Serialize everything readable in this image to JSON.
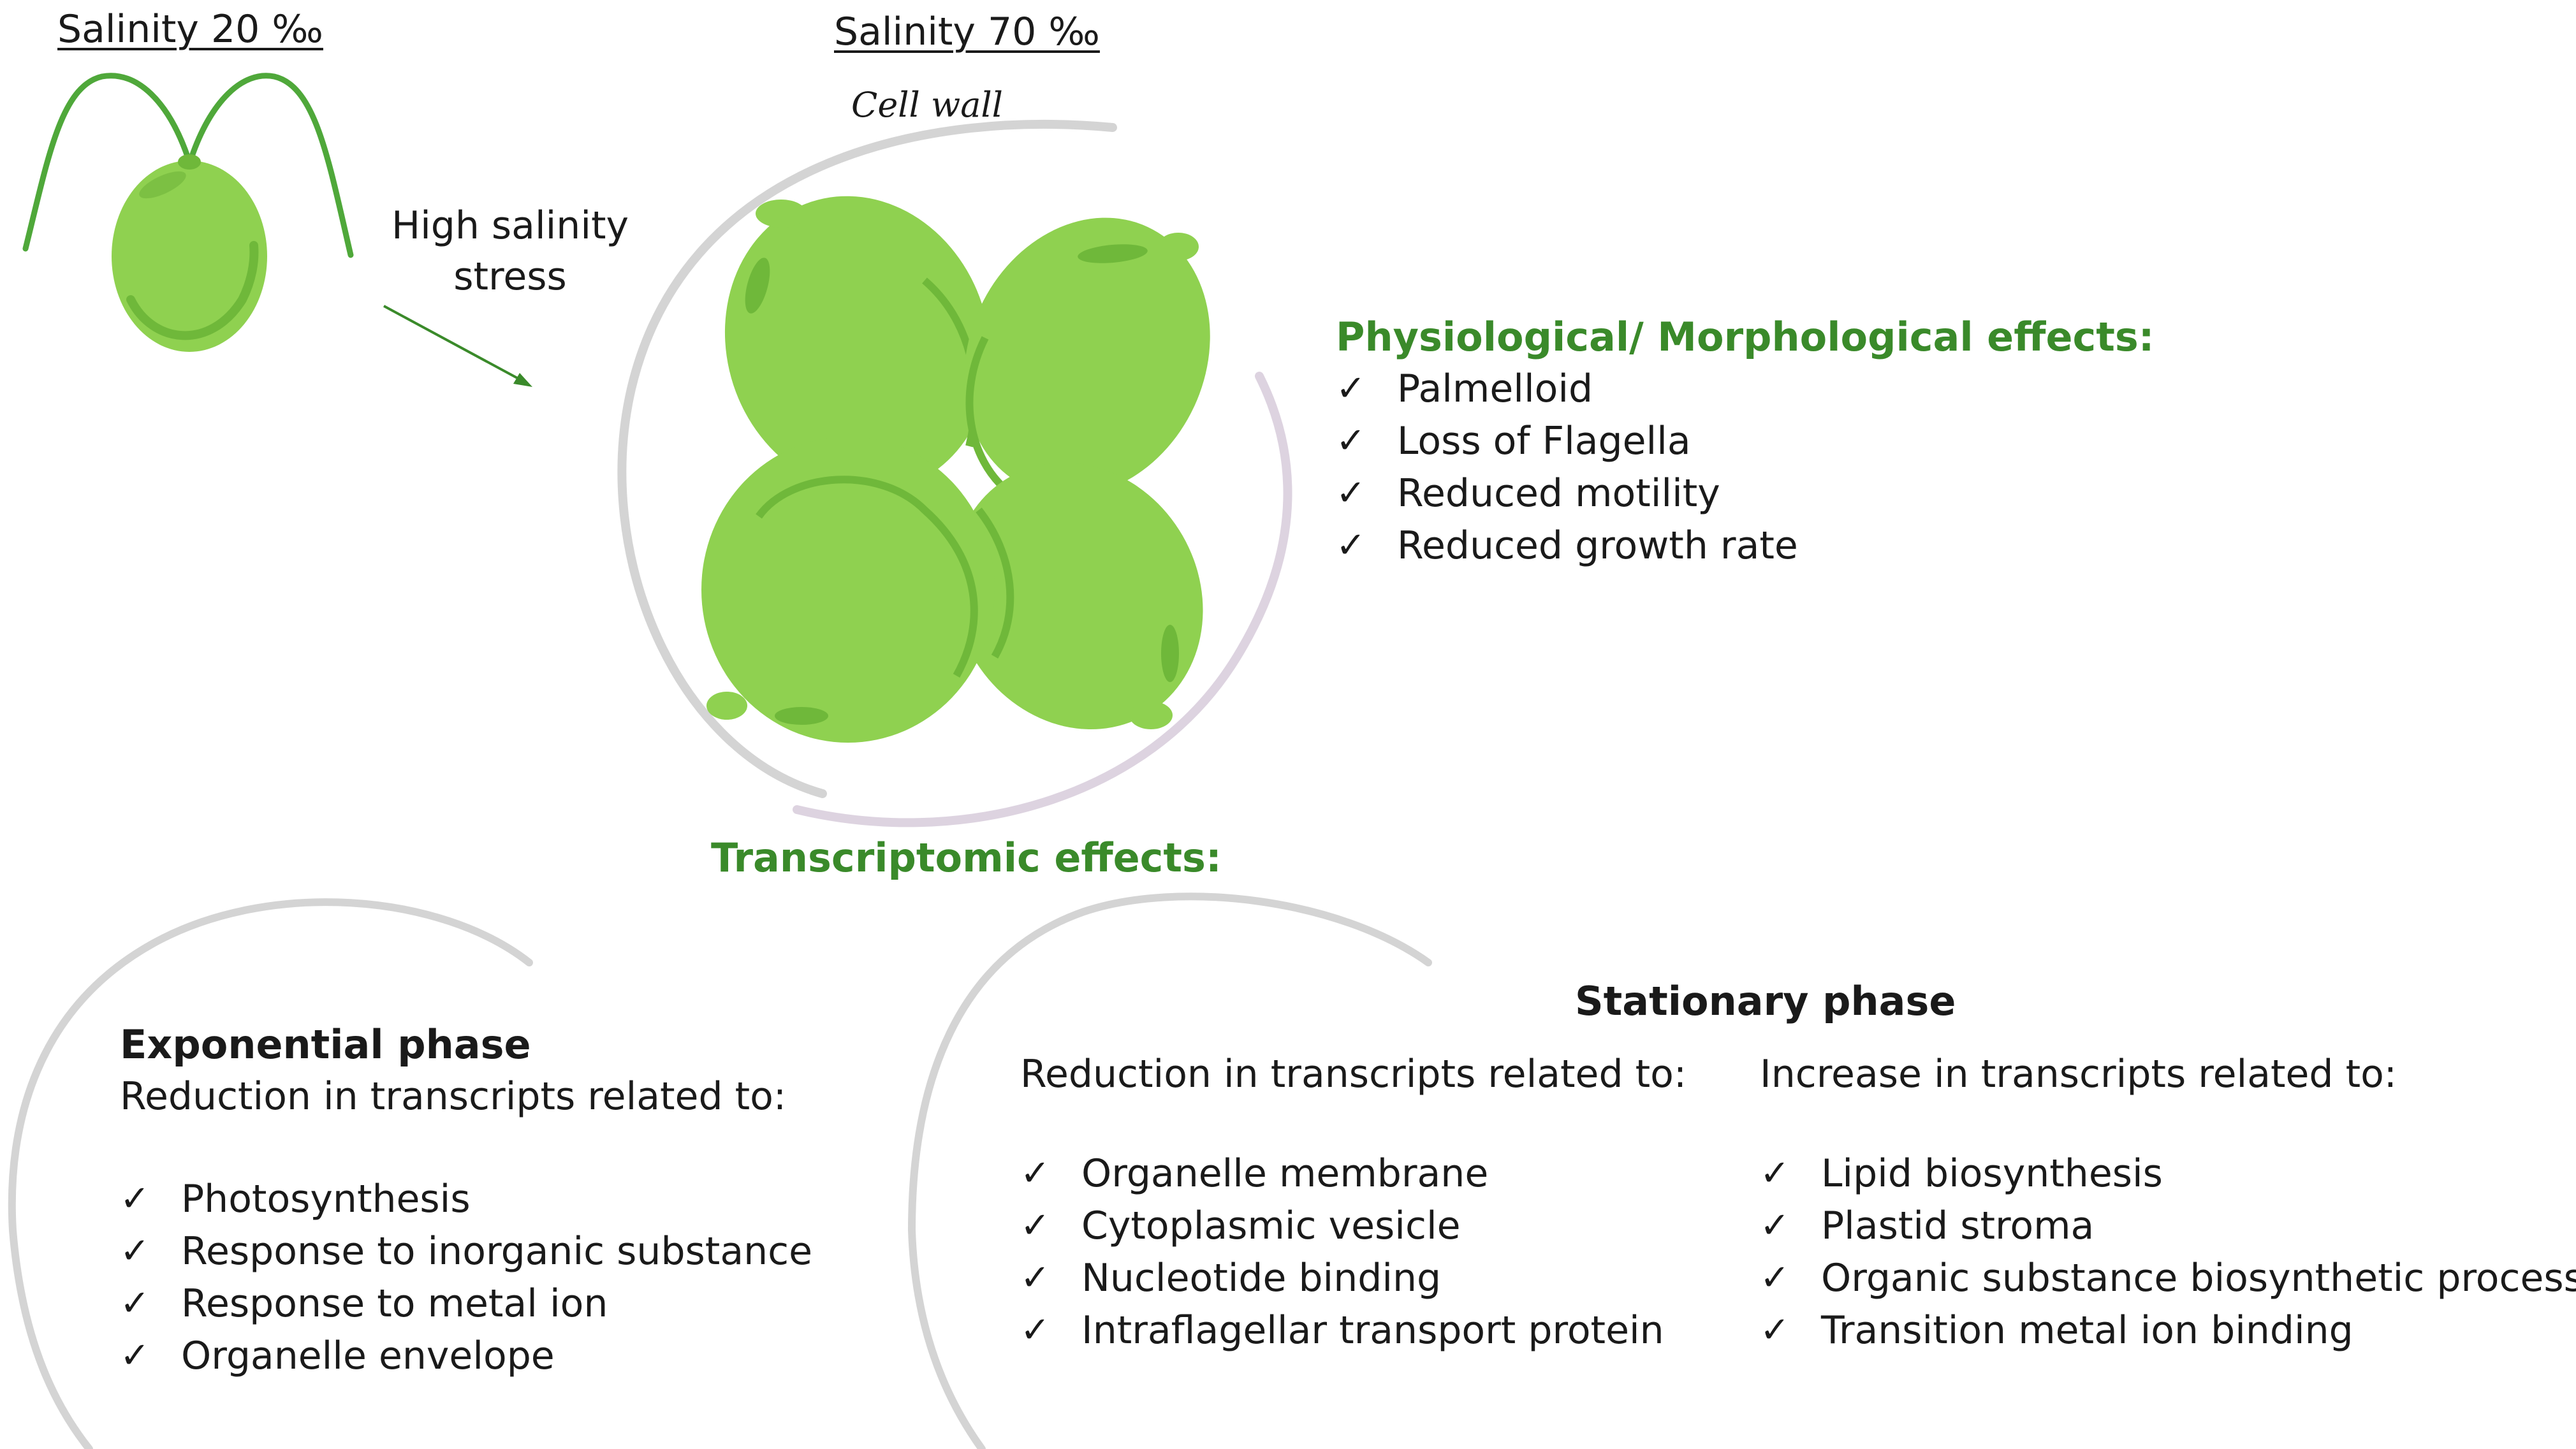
{
  "left_cell": {
    "label": "Salinity 20 ‰"
  },
  "stress": {
    "line1": "High salinity",
    "line2": "stress"
  },
  "right_cell": {
    "label": "Salinity 70 ‰",
    "cell_wall_label": "Cell wall"
  },
  "physiological": {
    "title": "Physiological/ Morphological effects:",
    "items": [
      "Palmelloid",
      "Loss of Flagella",
      "Reduced motility",
      "Reduced growth rate"
    ]
  },
  "transcriptomic": {
    "title": "Transcriptomic effects:"
  },
  "exponential": {
    "title": "Exponential phase",
    "subtitle": "Reduction in transcripts related to:",
    "items": [
      "Photosynthesis",
      "Response to inorganic substance",
      "Response to metal ion",
      "Organelle envelope"
    ]
  },
  "stationary": {
    "title": "Stationary phase",
    "reduction": {
      "subtitle": "Reduction in transcripts related to:",
      "items": [
        "Organelle membrane",
        "Cytoplasmic vesicle",
        "Nucleotide binding",
        "Intraflagellar transport protein"
      ]
    },
    "increase": {
      "subtitle": "Increase in transcripts related to:",
      "items": [
        "Lipid biosynthesis",
        "Plastid stroma",
        "Organic substance biosynthetic process",
        "Transition metal ion binding"
      ]
    }
  },
  "check_glyph": "✓",
  "colors": {
    "cell_fill": "#8fd150",
    "cell_dark": "#6fb83a",
    "flagella": "#4fa83a",
    "heading_green": "#3a8a2a",
    "wall_stroke": "#cfcfcf"
  }
}
